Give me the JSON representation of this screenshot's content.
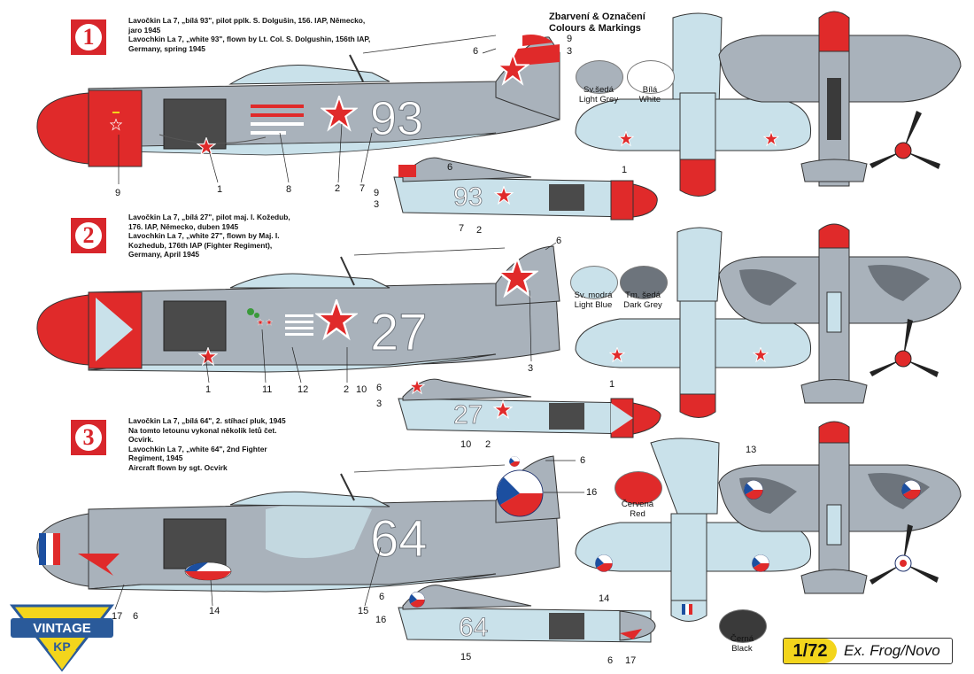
{
  "schemes": [
    {
      "number": "1",
      "caption_lines": [
        "Lavočkin La 7, „bílá 93\", pilot pplk. S. Dolgušin, 156. IAP, Německo,",
        "jaro 1945",
        "Lavochkin La 7, „white 93\", flown by Lt. Col. S. Dolgushin, 156th IAP,",
        "Germany, spring 1945"
      ],
      "aircraft_number": "93"
    },
    {
      "number": "2",
      "caption_lines": [
        "Lavočkin La 7, „bílá 27\", pilot maj. I. Kožedub,",
        "176. IAP, Německo, duben 1945",
        "Lavochkin La 7, „white 27\", flown by Maj. I.",
        "Kozhedub, 176th IAP (Fighter Regiment),",
        "Germany, April 1945"
      ],
      "aircraft_number": "27"
    },
    {
      "number": "3",
      "caption_lines": [
        "Lavočkin La 7, „bílá 64\", 2. stíhací pluk, 1945",
        "Na tomto letounu vykonal několik letů čet.",
        "Ocvirk.",
        "Lavochkin La 7, „white 64\", 2nd Fighter",
        "Regiment, 1945",
        "Aircraft flown by sgt. Ocvirk"
      ],
      "aircraft_number": "64"
    }
  ],
  "legend": {
    "title_cz": "Zbarvení & Označení",
    "title_en": "Colours & Markings",
    "colours": [
      {
        "cz": "Sv.šedá",
        "en": "Light Grey",
        "hex": "#a9b2bb"
      },
      {
        "cz": "Bílá",
        "en": "White",
        "hex": "#ffffff"
      },
      {
        "cz": "Sv. modrá",
        "en": "Light Blue",
        "hex": "#c9e1ea"
      },
      {
        "cz": "Tm. šedá",
        "en": "Dark Grey",
        "hex": "#6d747c"
      },
      {
        "cz": "Červená",
        "en": "Red",
        "hex": "#e02a2a"
      },
      {
        "cz": "Černá",
        "en": "Black",
        "hex": "#3a3a3a"
      }
    ]
  },
  "callouts": {
    "s1_side": [
      "9",
      "1",
      "8",
      "2",
      "7",
      "6",
      "9",
      "3"
    ],
    "s1_small": [
      "6",
      "9",
      "3",
      "7",
      "2"
    ],
    "s1_plan": [
      "1"
    ],
    "s2_side": [
      "1",
      "11",
      "12",
      "2",
      "10",
      "6",
      "3"
    ],
    "s2_small": [
      "6",
      "3",
      "10",
      "2"
    ],
    "s2_plan": [
      "1"
    ],
    "s3_side": [
      "17",
      "6",
      "14",
      "15",
      "6",
      "16"
    ],
    "s3_small": [
      "6",
      "16",
      "15",
      "6",
      "17"
    ],
    "s3_plan": [
      "14",
      "13"
    ]
  },
  "brand": {
    "top": "VINTAGE",
    "bottom": "KP"
  },
  "scale": {
    "value": "1/72",
    "text": "Ex. Frog/Novo"
  },
  "colors": {
    "red": "#e02a2a",
    "light_grey": "#a9b2bb",
    "light_blue": "#c9e1ea",
    "dark_grey": "#6d747c",
    "badge_red": "#d8262b",
    "brand_blue": "#2a5a9a"
  }
}
